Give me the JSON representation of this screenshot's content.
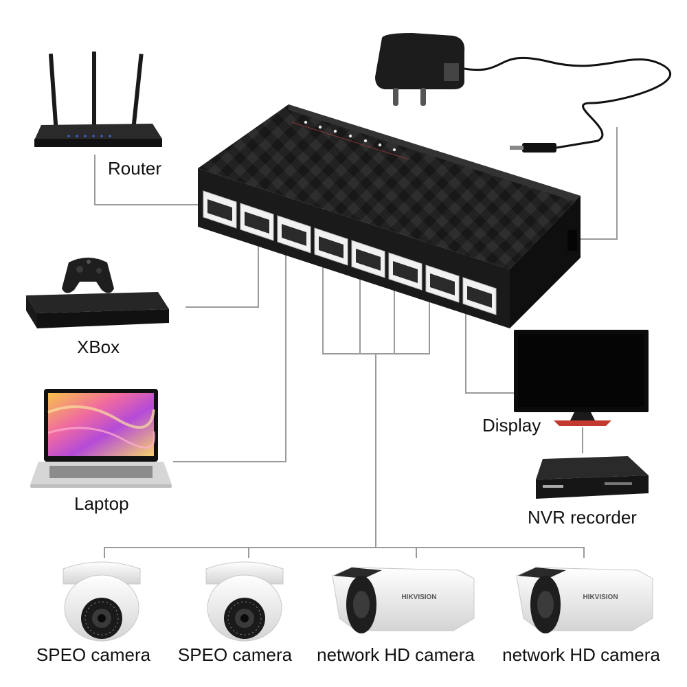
{
  "device_labels": {
    "router": "Router",
    "xbox": "XBox",
    "laptop": "Laptop",
    "display": "Display",
    "nvr": "NVR recorder"
  },
  "camera_labels": [
    "SPEO camera",
    "SPEO camera",
    "network HD camera",
    "network HD camera"
  ],
  "camera_brand": "HIKVISION",
  "colors": {
    "connector_line": "#9a9a9a",
    "switch_body": "#1d1d1d",
    "label_text": "#111111"
  },
  "icons": [
    "router-icon",
    "xbox-icon",
    "laptop-icon",
    "display-icon",
    "nvr-icon",
    "dome-camera-icon",
    "bullet-camera-icon",
    "network-switch-icon",
    "power-adapter-icon"
  ]
}
